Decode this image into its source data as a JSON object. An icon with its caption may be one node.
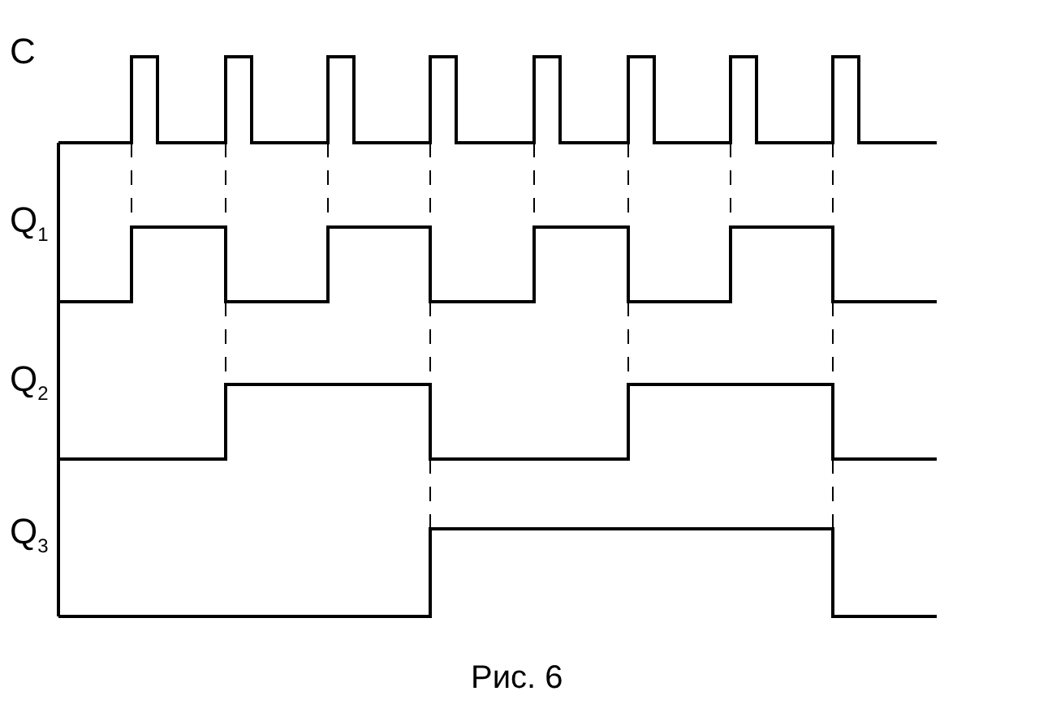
{
  "diagram": {
    "caption": "Рис. 6",
    "labels": [
      "C",
      "Q$_{1}$",
      "Q$_{2}$",
      "Q$_{3}$"
    ]
  }
}
